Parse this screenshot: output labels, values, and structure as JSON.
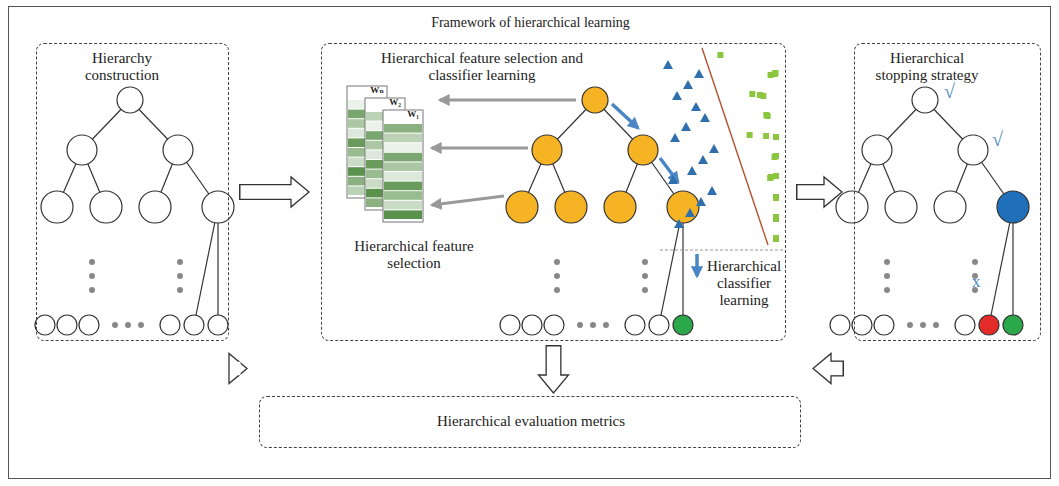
{
  "diagram": {
    "nodes": [
      {
        "text": [
          "Framework of hierarchical learning"
        ]
      },
      {
        "text": [
          "Hierarchy construction"
        ],
        "in": 0
      },
      {
        "text": [
          "Hierarchical feature selection and classifier learning"
        ],
        "in": 0
      },
      {
        "text": [
          "Hierarchical stopping strategy"
        ],
        "in": 0
      },
      {
        "text": [
          "Hierarchical evaluation metrics"
        ],
        "in": 0
      }
    ],
    "edges": [
      {
        "from": 1,
        "to": 2,
        "arrow": "to"
      },
      {
        "from": 2,
        "to": 3,
        "arrow": "to"
      },
      {
        "from": 2,
        "to": 4,
        "arrow": "to"
      },
      {
        "from": 1,
        "to": 4,
        "arrow": "to"
      },
      {
        "from": 3,
        "to": 4,
        "arrow": "to"
      }
    ],
    "labels": [
      "Hierarchical feature selection",
      "Hierarchical classifier learning",
      "Wₙ",
      "W₂",
      "W₁",
      "√",
      "√",
      "x"
    ]
  }
}
